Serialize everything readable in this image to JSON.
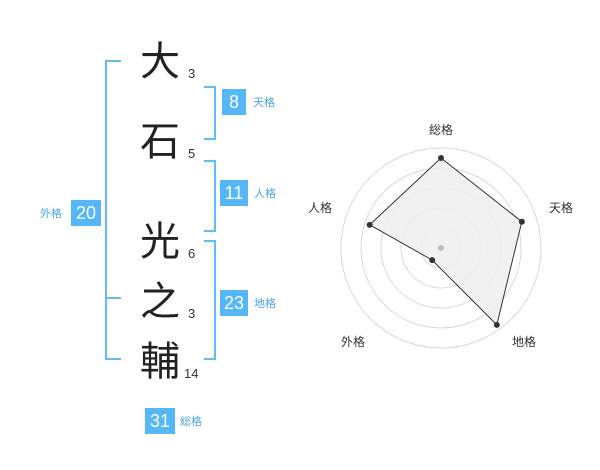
{
  "name": {
    "characters": [
      {
        "char": "大",
        "strokes": "3"
      },
      {
        "char": "石",
        "strokes": "5"
      },
      {
        "char": "光",
        "strokes": "6"
      },
      {
        "char": "之",
        "strokes": "3"
      },
      {
        "char": "輔",
        "strokes": "14"
      }
    ]
  },
  "fortunes": {
    "ten": {
      "label": "天格",
      "value": "8"
    },
    "jin": {
      "label": "人格",
      "value": "11"
    },
    "chi": {
      "label": "地格",
      "value": "23"
    },
    "gai": {
      "label": "外格",
      "value": "20"
    },
    "sou": {
      "label": "総格",
      "value": "31"
    }
  },
  "radar": {
    "axes": [
      "総格",
      "天格",
      "地格",
      "外格",
      "人格"
    ],
    "values": [
      0.9,
      0.85,
      0.95,
      0.15,
      0.75
    ],
    "max": 1,
    "rings": 5,
    "colors": {
      "ring": "#d8d8d8",
      "fill": "#efefef",
      "line": "#333333",
      "center": "#bbbbbb"
    }
  },
  "colors": {
    "accent": "#55b7f5",
    "bracket": "#62bdf5",
    "accent_text": "#4aa7e6"
  }
}
